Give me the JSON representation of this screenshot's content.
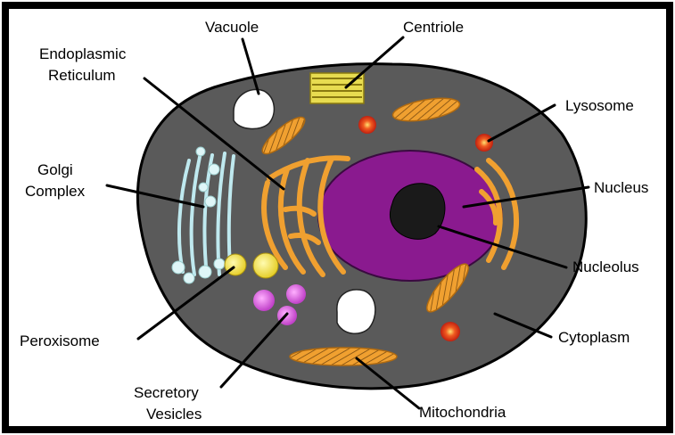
{
  "labels": {
    "vacuole": "Vacuole",
    "centriole": "Centriole",
    "er_line1": "Endoplasmic",
    "er_line2": "Reticulum",
    "lysosome": "Lysosome",
    "golgi_line1": "Golgi",
    "golgi_line2": "Complex",
    "nucleus": "Nucleus",
    "nucleolus": "Nucleolus",
    "peroxisome": "Peroxisome",
    "cytoplasm": "Cytoplasm",
    "secretory_line1": "Secretory",
    "secretory_line2": "Vesicles",
    "mitochondria": "Mitochondria"
  },
  "colors": {
    "border": "#000000",
    "cell": "#5a5a5a",
    "nucleus": "#8a1a8f",
    "nucleolus": "#1a1a1a",
    "organelle_orange": "#f0a030",
    "golgi": "#bfe9ef",
    "peroxisome": "#f2e04a",
    "vesicle": "#d85ad8",
    "lysosome": "#e8391c",
    "centriole": "#e8dc50"
  }
}
